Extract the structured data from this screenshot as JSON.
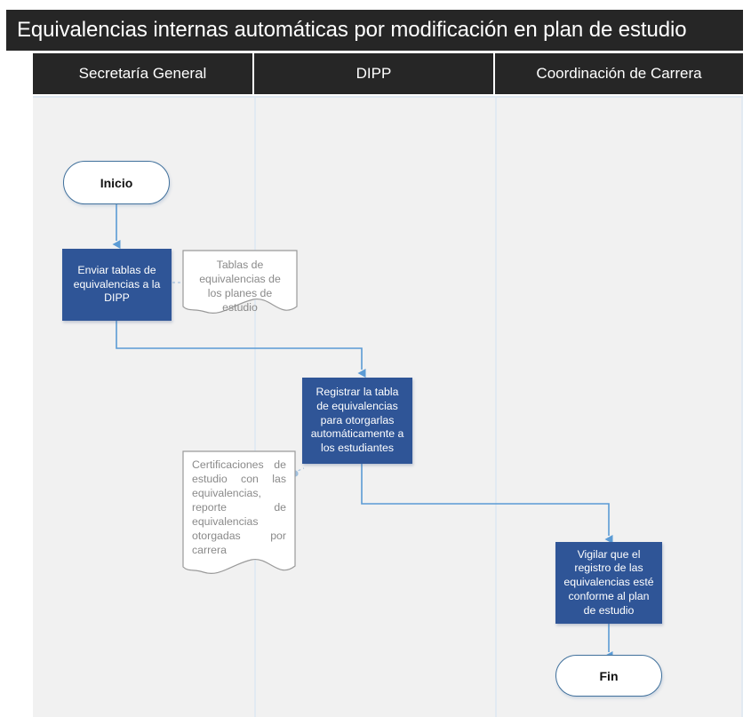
{
  "diagram": {
    "title": "Equivalencias internas automáticas por modificación en plan de estudio",
    "type": "swimlane-flowchart",
    "colors": {
      "title_bar_bg": "#262626",
      "lane_header_bg": "#262626",
      "lane_body_bg": "#f1f1f1",
      "lane_separator": "#e2eaf2",
      "process_fill": "#2f5597",
      "process_text": "#ffffff",
      "terminal_fill": "#ffffff",
      "terminal_border": "#41719c",
      "connector": "#5b9bd5",
      "document_border": "#9a9a9a",
      "document_text": "#8a8a8a"
    },
    "lanes": [
      {
        "id": "lane-secretaria-general",
        "label": "Secretaría General"
      },
      {
        "id": "lane-dipp",
        "label": "DIPP"
      },
      {
        "id": "lane-coordinacion-de-carrera",
        "label": "Coordinación de Carrera"
      }
    ],
    "nodes": [
      {
        "id": "inicio",
        "lane": "lane-secretaria-general",
        "shape": "terminal",
        "label": "Inicio"
      },
      {
        "id": "enviar-tablas",
        "lane": "lane-secretaria-general",
        "shape": "process",
        "label": "Enviar tablas de equivalencias a la DIPP"
      },
      {
        "id": "doc-tablas",
        "lane": "lane-secretaria-general",
        "shape": "document",
        "label": "Tablas de equivalencias de los planes  de estudio"
      },
      {
        "id": "registrar-tabla",
        "lane": "lane-dipp",
        "shape": "process",
        "label": "Registrar la tabla de equivalencias para otorgarlas automáticamente a los estudiantes"
      },
      {
        "id": "doc-certificaciones",
        "lane": "lane-secretaria-general",
        "shape": "document",
        "label": "Certificaciones de estudio con las equivalencias, reporte de equivalencias otorgadas por carrera"
      },
      {
        "id": "vigilar-registro",
        "lane": "lane-coordinacion-de-carrera",
        "shape": "process",
        "label": "Vigilar que el registro de las equivalencias esté conforme al plan de estudio"
      },
      {
        "id": "fin",
        "lane": "lane-coordinacion-de-carrera",
        "shape": "terminal",
        "label": "Fin"
      }
    ],
    "edges": [
      {
        "from": "inicio",
        "to": "enviar-tablas",
        "style": "solid-arrow",
        "routing": "straight-down"
      },
      {
        "from": "enviar-tablas",
        "to": "doc-tablas",
        "style": "dashed-dot",
        "routing": "horizontal"
      },
      {
        "from": "enviar-tablas",
        "to": "registrar-tabla",
        "style": "solid-arrow",
        "routing": "elbow-down-right-down"
      },
      {
        "from": "registrar-tabla",
        "to": "doc-certificaciones",
        "style": "dashed-dot",
        "routing": "horizontal"
      },
      {
        "from": "registrar-tabla",
        "to": "vigilar-registro",
        "style": "solid-arrow",
        "routing": "elbow-down-right-down"
      },
      {
        "from": "vigilar-registro",
        "to": "fin",
        "style": "solid-arrow",
        "routing": "straight-down"
      }
    ]
  }
}
